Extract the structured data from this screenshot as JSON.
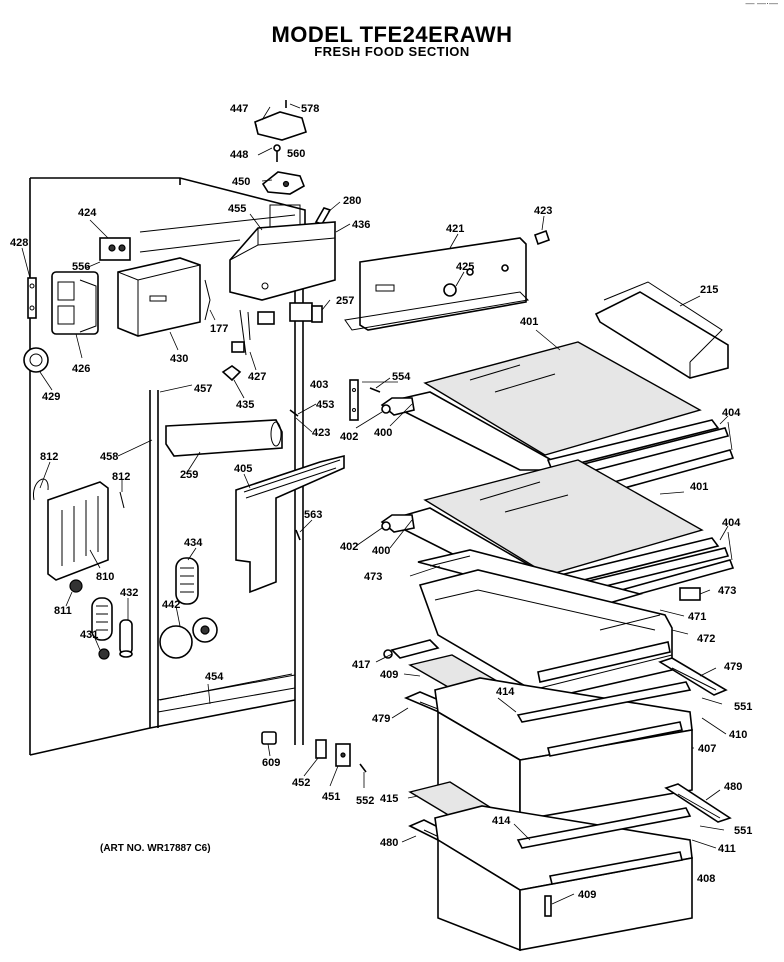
{
  "header": {
    "title": "MODEL TFE24ERAWH",
    "subtitle": "FRESH FOOD SECTION",
    "corner": "— —·—"
  },
  "footer": {
    "art_number": "(ART NO. WR17887 C6)"
  },
  "callouts": {
    "c447": "447",
    "c578": "578",
    "c448": "448",
    "c560": "560",
    "c450": "450",
    "c280": "280",
    "c455": "455",
    "c436": "436",
    "c421": "421",
    "c423a": "423",
    "c425": "425",
    "c215": "215",
    "c424": "424",
    "c428": "428",
    "c556": "556",
    "c426": "426",
    "c430": "430",
    "c177": "177",
    "c257": "257",
    "c427": "427",
    "c429": "429",
    "c457": "457",
    "c435": "435",
    "c403": "403",
    "c554": "554",
    "c401a": "401",
    "c453": "453",
    "c423b": "423",
    "c402a": "402",
    "c400a": "400",
    "c404a": "404",
    "c458": "458",
    "c259": "259",
    "c812a": "812",
    "c812b": "812",
    "c405": "405",
    "c563": "563",
    "c401b": "401",
    "c404b": "404",
    "c402b": "402",
    "c400b": "400",
    "c434": "434",
    "c473a": "473",
    "c473b": "473",
    "c810": "810",
    "c811": "811",
    "c432": "432",
    "c442": "442",
    "c471": "471",
    "c431": "431",
    "c472": "472",
    "c417": "417",
    "c479a": "479",
    "c409a": "409",
    "c454": "454",
    "c414a": "414",
    "c551a": "551",
    "c479b": "479",
    "c410": "410",
    "c407": "407",
    "c609": "609",
    "c452": "452",
    "c451": "451",
    "c552": "552",
    "c415": "415",
    "c480a": "480",
    "c414b": "414",
    "c551b": "551",
    "c480b": "480",
    "c411": "411",
    "c408": "408",
    "c409b": "409"
  }
}
